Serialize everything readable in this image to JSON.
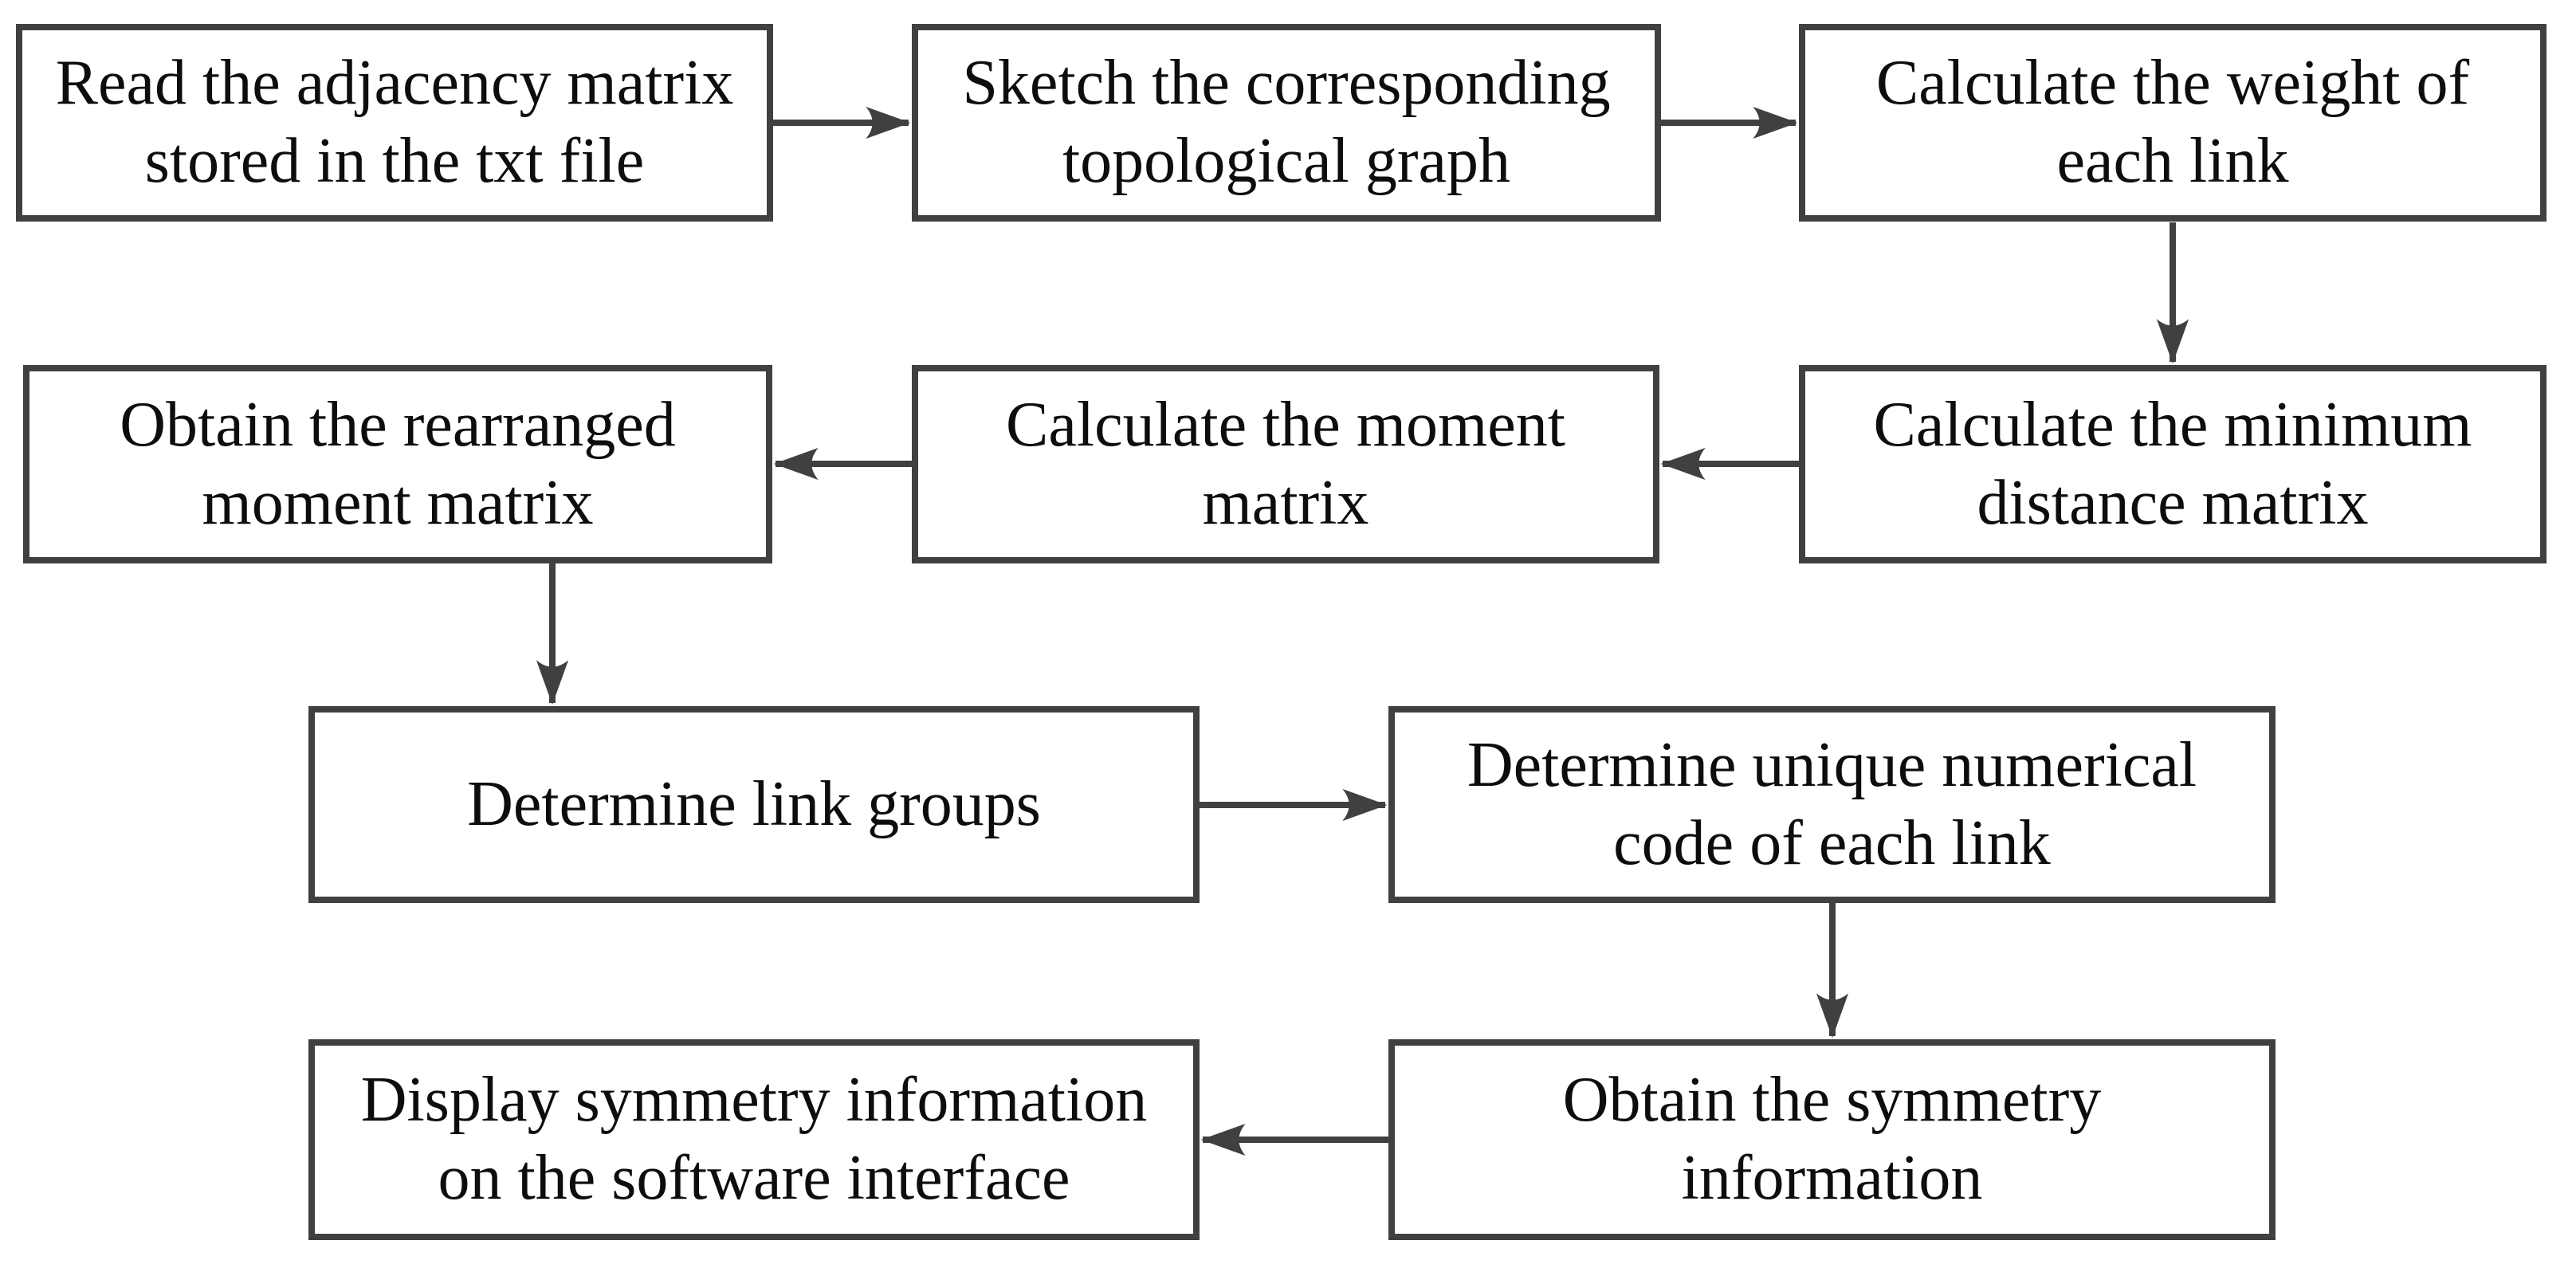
{
  "figure": {
    "type": "flowchart",
    "background_color": "#ffffff",
    "line_color": "#404040",
    "text_color": "#0d0d0d",
    "nodes": [
      {
        "id": "read_adjacency",
        "label": "Read the adjacency matrix stored in the txt file",
        "lines": [
          "Read the adjacency matrix",
          "stored in the txt file"
        ]
      },
      {
        "id": "sketch_graph",
        "label": "Sketch the corresponding topological graph",
        "lines": [
          "Sketch the corresponding",
          "topological graph"
        ]
      },
      {
        "id": "calc_weight",
        "label": "Calculate the weight of each link",
        "lines": [
          "Calculate the weight of",
          "each link"
        ]
      },
      {
        "id": "calc_min_distance",
        "label": "Calculate the minimum distance matrix",
        "lines": [
          "Calculate the minimum",
          "distance matrix"
        ]
      },
      {
        "id": "calc_moment",
        "label": "Calculate the moment matrix",
        "lines": [
          "Calculate the moment",
          "matrix"
        ]
      },
      {
        "id": "rearranged_moment",
        "label": "Obtain the rearranged moment matrix",
        "lines": [
          "Obtain the rearranged",
          "moment matrix"
        ]
      },
      {
        "id": "link_groups",
        "label": "Determine link groups",
        "lines": [
          "Determine link groups"
        ]
      },
      {
        "id": "unique_code",
        "label": "Determine unique numerical code of each link",
        "lines": [
          "Determine unique numerical",
          "code of each link"
        ]
      },
      {
        "id": "symmetry_info",
        "label": "Obtain the symmetry information",
        "lines": [
          "Obtain the symmetry",
          "information"
        ]
      },
      {
        "id": "display_symmetry",
        "label": "Display symmetry information on the software interface",
        "lines": [
          "Display symmetry information",
          "on the software interface"
        ]
      }
    ],
    "edges": [
      {
        "from": "read_adjacency",
        "to": "sketch_graph",
        "direction": "right"
      },
      {
        "from": "sketch_graph",
        "to": "calc_weight",
        "direction": "right"
      },
      {
        "from": "calc_weight",
        "to": "calc_min_distance",
        "direction": "down"
      },
      {
        "from": "calc_min_distance",
        "to": "calc_moment",
        "direction": "left"
      },
      {
        "from": "calc_moment",
        "to": "rearranged_moment",
        "direction": "left"
      },
      {
        "from": "rearranged_moment",
        "to": "link_groups",
        "direction": "down"
      },
      {
        "from": "link_groups",
        "to": "unique_code",
        "direction": "right"
      },
      {
        "from": "unique_code",
        "to": "symmetry_info",
        "direction": "down"
      },
      {
        "from": "symmetry_info",
        "to": "display_symmetry",
        "direction": "left"
      }
    ]
  }
}
